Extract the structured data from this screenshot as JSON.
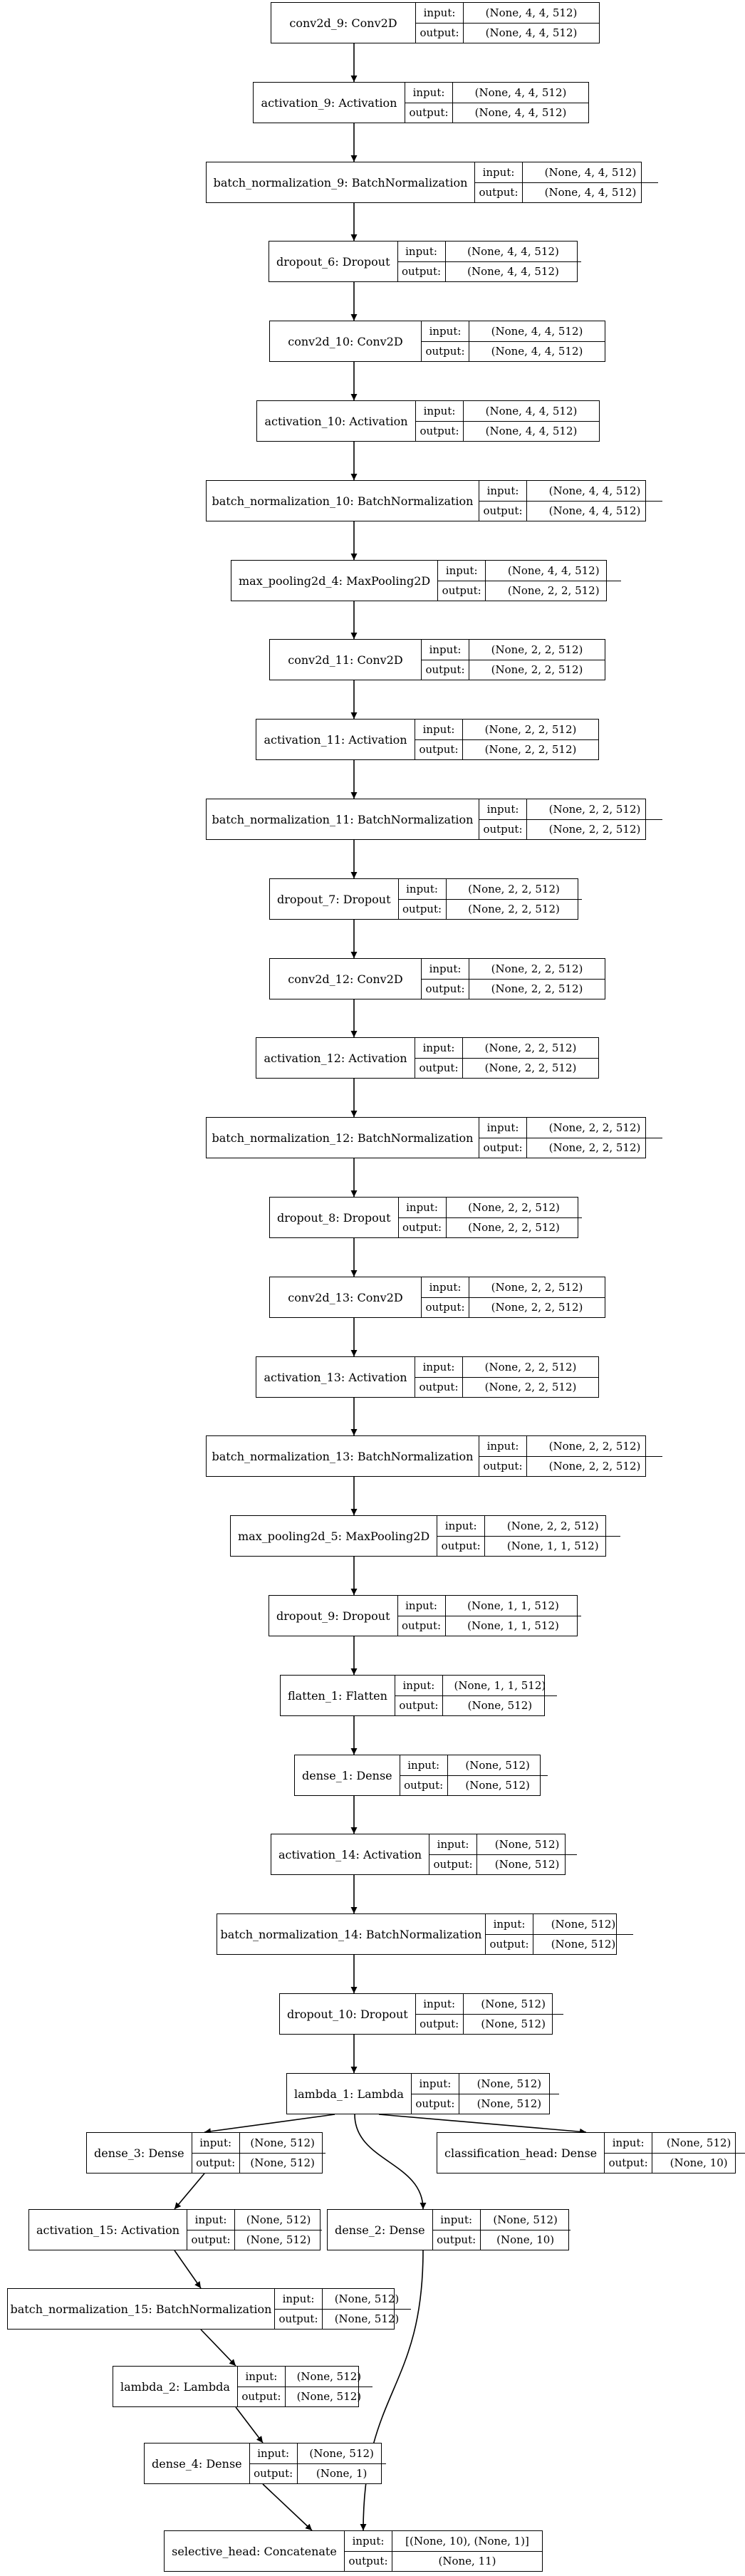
{
  "diagram": {
    "input_key": "input:",
    "output_key": "output:",
    "nodes": [
      {
        "id": "conv2d_9",
        "label": "conv2d_9: Conv2D",
        "input": "(None, 4, 4, 512)",
        "output": "(None, 4, 4, 512)"
      },
      {
        "id": "activation_9",
        "label": "activation_9: Activation",
        "input": "(None, 4, 4, 512)",
        "output": "(None, 4, 4, 512)"
      },
      {
        "id": "batch_normalization_9",
        "label": "batch_normalization_9: BatchNormalization",
        "input": "(None, 4, 4, 512)",
        "output": "(None, 4, 4, 512)"
      },
      {
        "id": "dropout_6",
        "label": "dropout_6: Dropout",
        "input": "(None, 4, 4, 512)",
        "output": "(None, 4, 4, 512)"
      },
      {
        "id": "conv2d_10",
        "label": "conv2d_10: Conv2D",
        "input": "(None, 4, 4, 512)",
        "output": "(None, 4, 4, 512)"
      },
      {
        "id": "activation_10",
        "label": "activation_10: Activation",
        "input": "(None, 4, 4, 512)",
        "output": "(None, 4, 4, 512)"
      },
      {
        "id": "batch_normalization_10",
        "label": "batch_normalization_10: BatchNormalization",
        "input": "(None, 4, 4, 512)",
        "output": "(None, 4, 4, 512)"
      },
      {
        "id": "max_pooling2d_4",
        "label": "max_pooling2d_4: MaxPooling2D",
        "input": "(None, 4, 4, 512)",
        "output": "(None, 2, 2, 512)"
      },
      {
        "id": "conv2d_11",
        "label": "conv2d_11: Conv2D",
        "input": "(None, 2, 2, 512)",
        "output": "(None, 2, 2, 512)"
      },
      {
        "id": "activation_11",
        "label": "activation_11: Activation",
        "input": "(None, 2, 2, 512)",
        "output": "(None, 2, 2, 512)"
      },
      {
        "id": "batch_normalization_11",
        "label": "batch_normalization_11: BatchNormalization",
        "input": "(None, 2, 2, 512)",
        "output": "(None, 2, 2, 512)"
      },
      {
        "id": "dropout_7",
        "label": "dropout_7: Dropout",
        "input": "(None, 2, 2, 512)",
        "output": "(None, 2, 2, 512)"
      },
      {
        "id": "conv2d_12",
        "label": "conv2d_12: Conv2D",
        "input": "(None, 2, 2, 512)",
        "output": "(None, 2, 2, 512)"
      },
      {
        "id": "activation_12",
        "label": "activation_12: Activation",
        "input": "(None, 2, 2, 512)",
        "output": "(None, 2, 2, 512)"
      },
      {
        "id": "batch_normalization_12",
        "label": "batch_normalization_12: BatchNormalization",
        "input": "(None, 2, 2, 512)",
        "output": "(None, 2, 2, 512)"
      },
      {
        "id": "dropout_8",
        "label": "dropout_8: Dropout",
        "input": "(None, 2, 2, 512)",
        "output": "(None, 2, 2, 512)"
      },
      {
        "id": "conv2d_13",
        "label": "conv2d_13: Conv2D",
        "input": "(None, 2, 2, 512)",
        "output": "(None, 2, 2, 512)"
      },
      {
        "id": "activation_13",
        "label": "activation_13: Activation",
        "input": "(None, 2, 2, 512)",
        "output": "(None, 2, 2, 512)"
      },
      {
        "id": "batch_normalization_13",
        "label": "batch_normalization_13: BatchNormalization",
        "input": "(None, 2, 2, 512)",
        "output": "(None, 2, 2, 512)"
      },
      {
        "id": "max_pooling2d_5",
        "label": "max_pooling2d_5: MaxPooling2D",
        "input": "(None, 2, 2, 512)",
        "output": "(None, 1, 1, 512)"
      },
      {
        "id": "dropout_9",
        "label": "dropout_9: Dropout",
        "input": "(None, 1, 1, 512)",
        "output": "(None, 1, 1, 512)"
      },
      {
        "id": "flatten_1",
        "label": "flatten_1: Flatten",
        "input": "(None, 1, 1, 512)",
        "output": "(None, 512)"
      },
      {
        "id": "dense_1",
        "label": "dense_1: Dense",
        "input": "(None, 512)",
        "output": "(None, 512)"
      },
      {
        "id": "activation_14",
        "label": "activation_14: Activation",
        "input": "(None, 512)",
        "output": "(None, 512)"
      },
      {
        "id": "batch_normalization_14",
        "label": "batch_normalization_14: BatchNormalization",
        "input": "(None, 512)",
        "output": "(None, 512)"
      },
      {
        "id": "dropout_10",
        "label": "dropout_10: Dropout",
        "input": "(None, 512)",
        "output": "(None, 512)"
      },
      {
        "id": "lambda_1",
        "label": "lambda_1: Lambda",
        "input": "(None, 512)",
        "output": "(None, 512)"
      },
      {
        "id": "dense_3",
        "label": "dense_3: Dense",
        "input": "(None, 512)",
        "output": "(None, 512)"
      },
      {
        "id": "classification_head",
        "label": "classification_head: Dense",
        "input": "(None, 512)",
        "output": "(None, 10)"
      },
      {
        "id": "activation_15",
        "label": "activation_15: Activation",
        "input": "(None, 512)",
        "output": "(None, 512)"
      },
      {
        "id": "dense_2",
        "label": "dense_2: Dense",
        "input": "(None, 512)",
        "output": "(None, 10)"
      },
      {
        "id": "batch_normalization_15",
        "label": "batch_normalization_15: BatchNormalization",
        "input": "(None, 512)",
        "output": "(None, 512)"
      },
      {
        "id": "lambda_2",
        "label": "lambda_2: Lambda",
        "input": "(None, 512)",
        "output": "(None, 512)"
      },
      {
        "id": "dense_4",
        "label": "dense_4: Dense",
        "input": "(None, 512)",
        "output": "(None, 1)"
      },
      {
        "id": "selective_head",
        "label": "selective_head: Concatenate",
        "input": "[(None, 10), (None, 1)]",
        "output": "(None, 11)"
      }
    ],
    "edges": [
      [
        "conv2d_9",
        "activation_9"
      ],
      [
        "activation_9",
        "batch_normalization_9"
      ],
      [
        "batch_normalization_9",
        "dropout_6"
      ],
      [
        "dropout_6",
        "conv2d_10"
      ],
      [
        "conv2d_10",
        "activation_10"
      ],
      [
        "activation_10",
        "batch_normalization_10"
      ],
      [
        "batch_normalization_10",
        "max_pooling2d_4"
      ],
      [
        "max_pooling2d_4",
        "conv2d_11"
      ],
      [
        "conv2d_11",
        "activation_11"
      ],
      [
        "activation_11",
        "batch_normalization_11"
      ],
      [
        "batch_normalization_11",
        "dropout_7"
      ],
      [
        "dropout_7",
        "conv2d_12"
      ],
      [
        "conv2d_12",
        "activation_12"
      ],
      [
        "activation_12",
        "batch_normalization_12"
      ],
      [
        "batch_normalization_12",
        "dropout_8"
      ],
      [
        "dropout_8",
        "conv2d_13"
      ],
      [
        "conv2d_13",
        "activation_13"
      ],
      [
        "activation_13",
        "batch_normalization_13"
      ],
      [
        "batch_normalization_13",
        "max_pooling2d_5"
      ],
      [
        "max_pooling2d_5",
        "dropout_9"
      ],
      [
        "dropout_9",
        "flatten_1"
      ],
      [
        "flatten_1",
        "dense_1"
      ],
      [
        "dense_1",
        "activation_14"
      ],
      [
        "activation_14",
        "batch_normalization_14"
      ],
      [
        "batch_normalization_14",
        "dropout_10"
      ],
      [
        "dropout_10",
        "lambda_1"
      ],
      [
        "lambda_1",
        "dense_3"
      ],
      [
        "lambda_1",
        "classification_head"
      ],
      [
        "lambda_1",
        "dense_2"
      ],
      [
        "dense_3",
        "activation_15"
      ],
      [
        "activation_15",
        "batch_normalization_15"
      ],
      [
        "batch_normalization_15",
        "lambda_2"
      ],
      [
        "lambda_2",
        "dense_4"
      ],
      [
        "dense_4",
        "selective_head"
      ],
      [
        "dense_2",
        "selective_head"
      ]
    ]
  }
}
